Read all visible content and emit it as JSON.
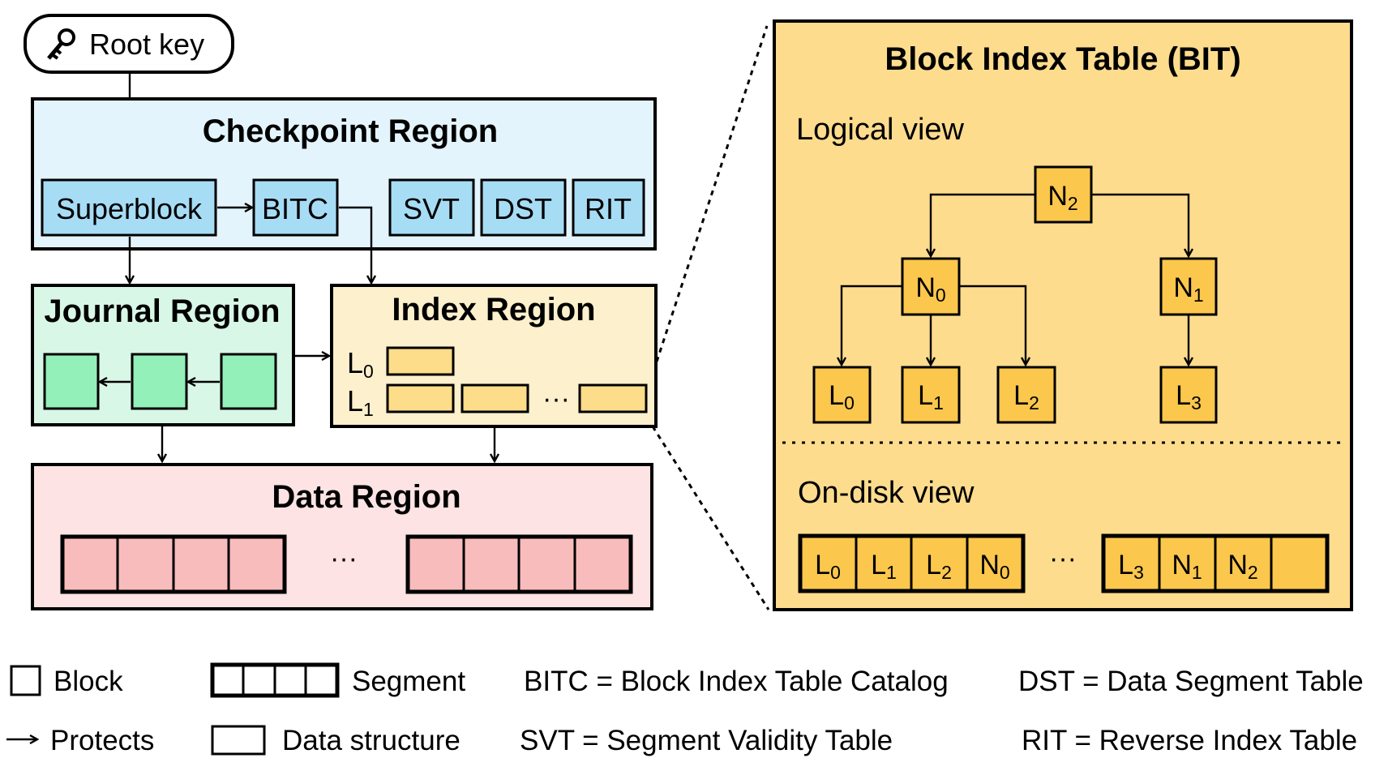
{
  "root_key": {
    "label": "Root key",
    "icon": "key-icon"
  },
  "checkpoint": {
    "title": "Checkpoint Region",
    "superblock": "Superblock",
    "bitc": "BITC",
    "svt": "SVT",
    "dst": "DST",
    "rit": "RIT"
  },
  "journal": {
    "title": "Journal Region"
  },
  "index": {
    "title": "Index Region",
    "l0": {
      "base": "L",
      "sub": "0"
    },
    "l1": {
      "base": "L",
      "sub": "1"
    },
    "ellipsis": "···"
  },
  "data_region": {
    "title": "Data Region",
    "ellipsis": "···"
  },
  "bit": {
    "title": "Block Index Table (BIT)",
    "logical_view": "Logical view",
    "ondisk_view": "On-disk view",
    "tree": {
      "n2": {
        "base": "N",
        "sub": "2"
      },
      "n0": {
        "base": "N",
        "sub": "0"
      },
      "n1": {
        "base": "N",
        "sub": "1"
      },
      "l0": {
        "base": "L",
        "sub": "0"
      },
      "l1": {
        "base": "L",
        "sub": "1"
      },
      "l2": {
        "base": "L",
        "sub": "2"
      },
      "l3": {
        "base": "L",
        "sub": "3"
      }
    },
    "disk": {
      "c0": {
        "base": "L",
        "sub": "0"
      },
      "c1": {
        "base": "L",
        "sub": "1"
      },
      "c2": {
        "base": "L",
        "sub": "2"
      },
      "c3": {
        "base": "N",
        "sub": "0"
      },
      "c4": {
        "base": "L",
        "sub": "3"
      },
      "c5": {
        "base": "N",
        "sub": "1"
      },
      "c6": {
        "base": "N",
        "sub": "2"
      },
      "ellipsis": "···"
    }
  },
  "legend": {
    "block": "Block",
    "segment": "Segment",
    "protects": "Protects",
    "data_structure": "Data structure",
    "bitc_def": "BITC = Block Index Table Catalog",
    "dst_def": "DST = Data Segment Table",
    "svt_def": "SVT = Segment Validity Table",
    "rit_def": "RIT = Reverse Index Table"
  },
  "colors": {
    "checkpoint_bg": "#e3f4fc",
    "checkpoint_block": "#a7dcf5",
    "journal_bg": "#d8f7e6",
    "journal_block": "#93f0b8",
    "index_bg": "#fdf0cc",
    "index_block": "#fddc8a",
    "data_bg": "#fde3e3",
    "data_block": "#f9bcbc",
    "bit_bg": "#fddc8e",
    "bit_node": "#fbc74c"
  }
}
